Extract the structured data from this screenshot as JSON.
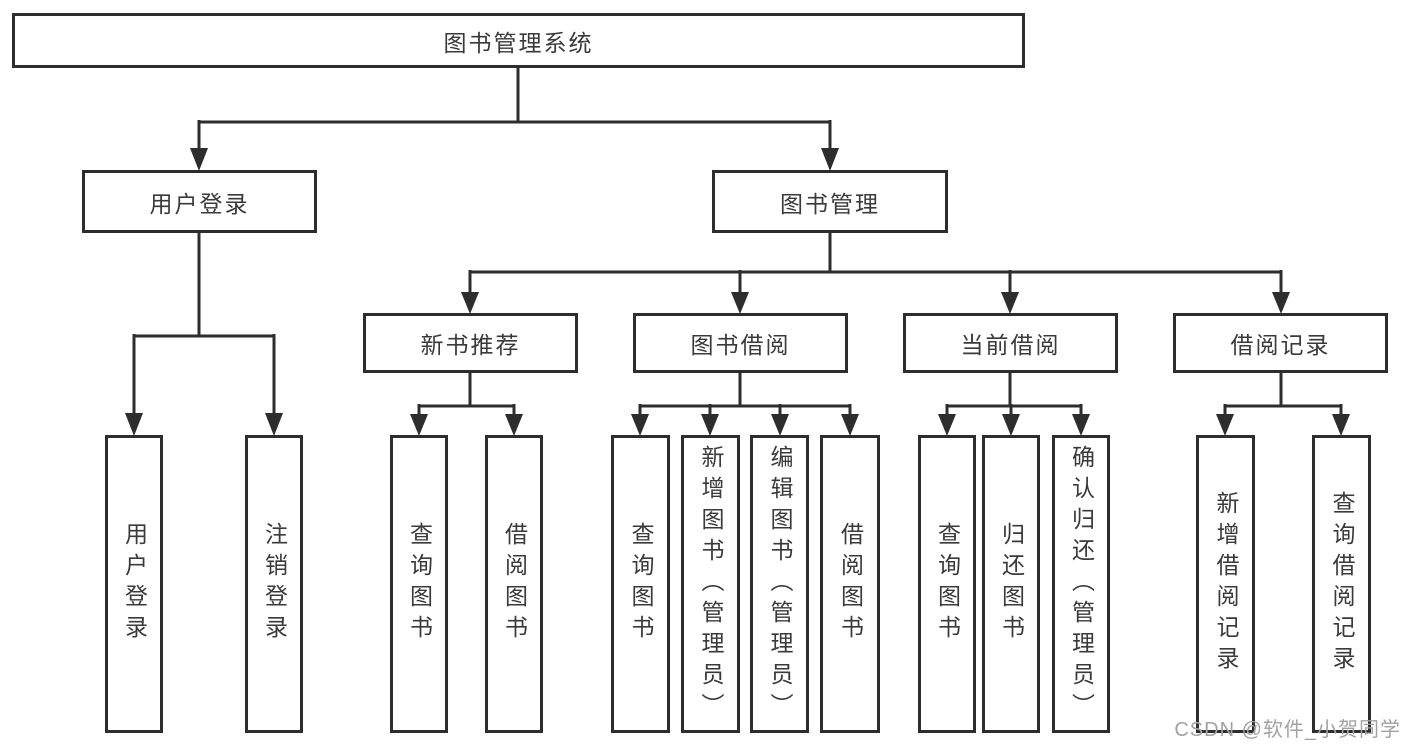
{
  "tree": {
    "label": "图书管理系统",
    "children": [
      {
        "label": "用户登录",
        "children": [
          {
            "label": "用户登录"
          },
          {
            "label": "注销登录"
          }
        ]
      },
      {
        "label": "图书管理",
        "children": [
          {
            "label": "新书推荐",
            "children": [
              {
                "label": "查询图书"
              },
              {
                "label": "借阅图书"
              }
            ]
          },
          {
            "label": "图书借阅",
            "children": [
              {
                "label": "查询图书"
              },
              {
                "label": "新增图书（管理员）"
              },
              {
                "label": "编辑图书（管理员）"
              },
              {
                "label": "借阅图书"
              }
            ]
          },
          {
            "label": "当前借阅",
            "children": [
              {
                "label": "查询图书"
              },
              {
                "label": "归还图书"
              },
              {
                "label": "确认归还（管理员）"
              }
            ]
          },
          {
            "label": "借阅记录",
            "children": [
              {
                "label": "新增借阅记录"
              },
              {
                "label": "查询借阅记录"
              }
            ]
          }
        ]
      }
    ]
  },
  "watermark": "CSDN @软件_小贺同学",
  "colors": {
    "line": "#2d2d2d",
    "box_border": "#2d2d2d",
    "text": "#3a3a3a",
    "watermark_text": "#a2a2a2",
    "background": "#ffffff"
  }
}
